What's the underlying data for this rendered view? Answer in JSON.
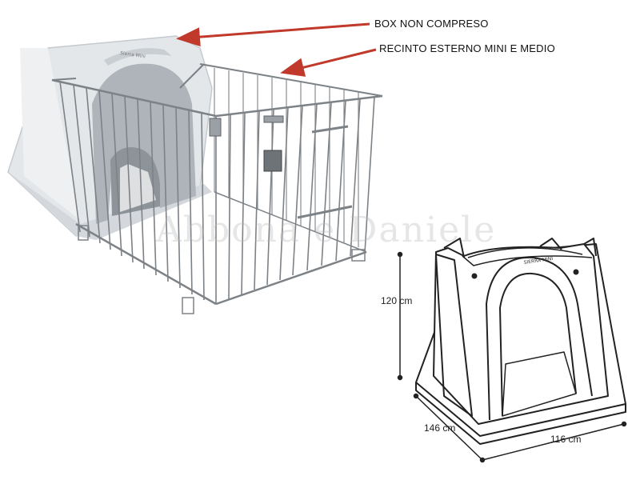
{
  "labels": {
    "box_not_included": "BOX NON COMPRESO",
    "outer_fence": "RECINTO ESTERNO MINI E MEDIO"
  },
  "dimensions": {
    "height": "120 cm",
    "depth": "146 cm",
    "width": "116 cm"
  },
  "watermark": "Abbona e Daniele",
  "colors": {
    "arrow": "#c0392b",
    "box_body": "#e4e7ea",
    "box_shadow": "#c5cacf",
    "fence_metal": "#7d8287",
    "outline": "#222222"
  }
}
